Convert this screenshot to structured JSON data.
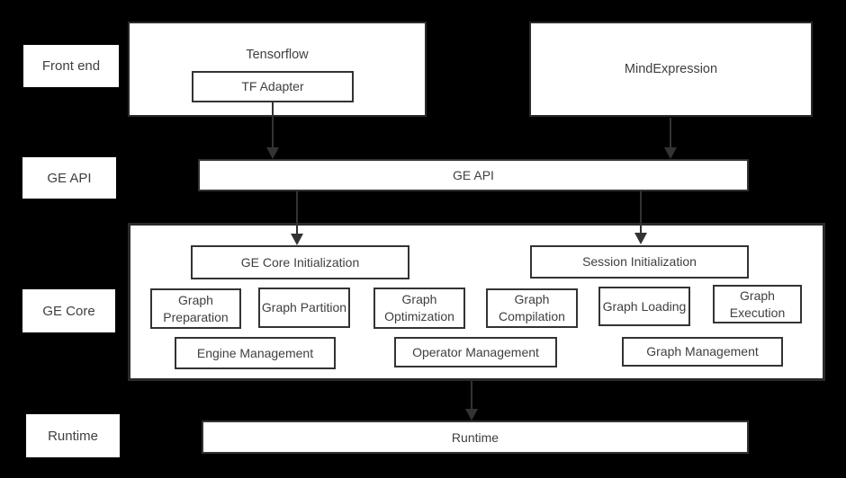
{
  "colors": {
    "background": "#000000",
    "box_fill": "#ffffff",
    "box_border": "#333333",
    "outer_border": "#2b2b2b",
    "text": "#3f3f3f",
    "arrow": "#333333"
  },
  "side_labels": {
    "front_end": "Front end",
    "ge_api": "GE API",
    "ge_core": "GE Core",
    "runtime": "Runtime"
  },
  "front_end": {
    "tensorflow_label": "Tensorflow",
    "tf_adapter_label": "TF Adapter",
    "mindexpression_label": "MindExpression"
  },
  "ge_api": {
    "bar_label": "GE API"
  },
  "ge_core": {
    "core_init_label": "GE Core Initialization",
    "session_init_label": "Session Initialization",
    "stages": [
      "Graph Preparation",
      "Graph Partition",
      "Graph Optimization",
      "Graph Compilation",
      "Graph Loading",
      "Graph Execution"
    ],
    "management": [
      "Engine Management",
      "Operator Management",
      "Graph Management"
    ]
  },
  "runtime": {
    "bar_label": "Runtime"
  }
}
